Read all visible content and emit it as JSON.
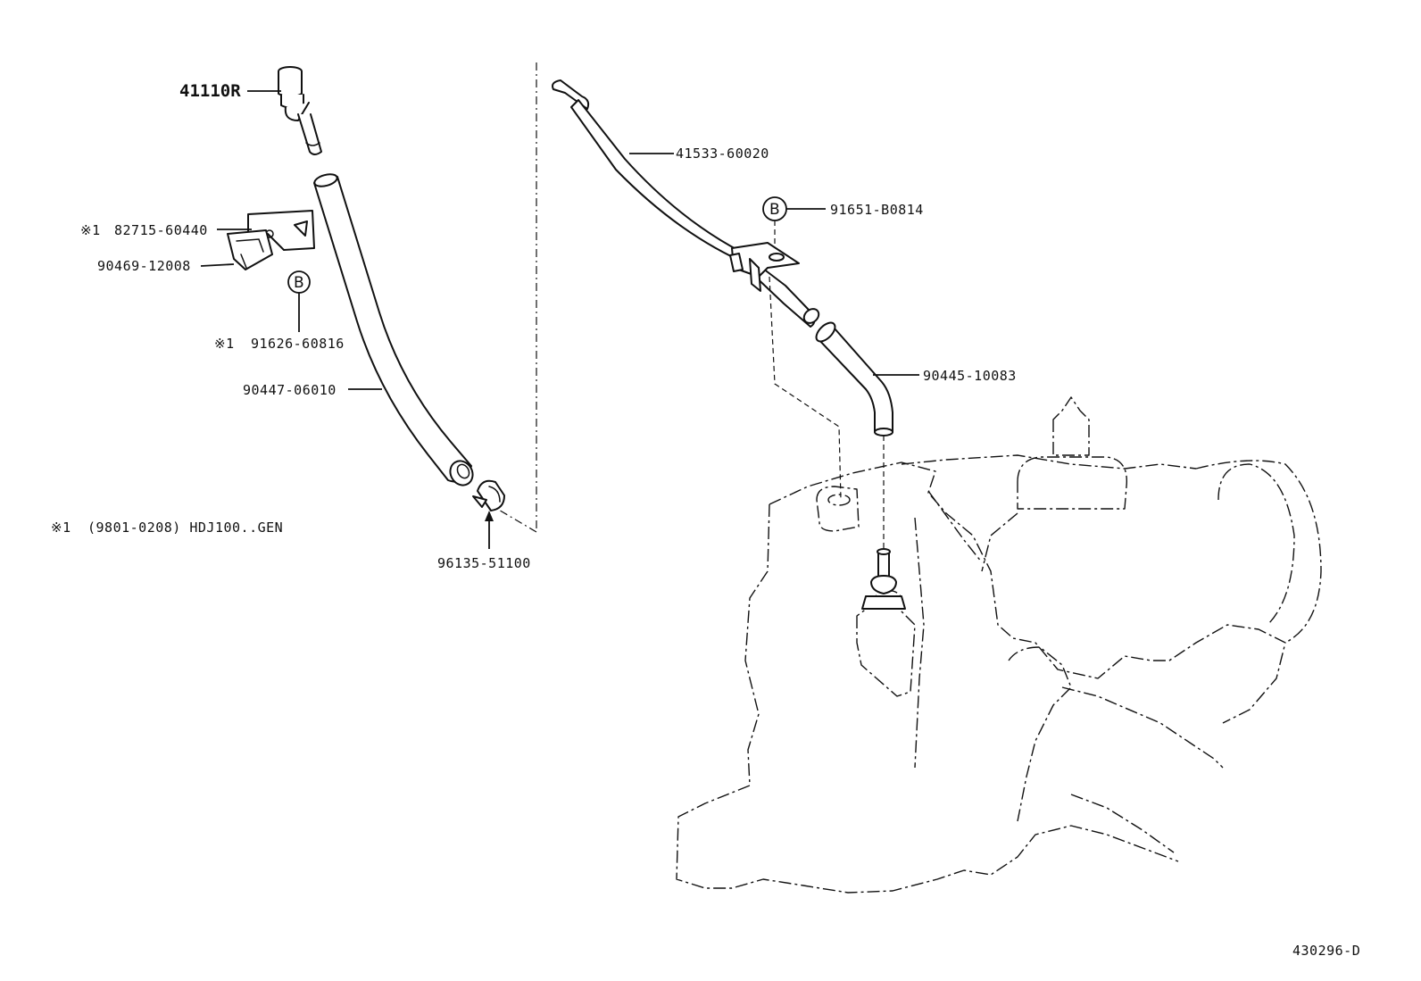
{
  "labels": {
    "part_41110R": "41110R",
    "part_41533": "41533-60020",
    "part_91651": "91651-B0814",
    "part_82715": "82715-60440",
    "part_90469": "90469-12008",
    "part_91626": "91626-60816",
    "part_90447": "90447-06010",
    "part_90445": "90445-10083",
    "part_96135": "96135-51100",
    "note_mark_1": "※1",
    "note_mark_2": "※1",
    "note_mark_3": "※1",
    "note_text": "(9801-0208) HDJ100..GEN",
    "ref_b1": "B",
    "ref_b2": "B",
    "diagram_id": "430296-D"
  }
}
